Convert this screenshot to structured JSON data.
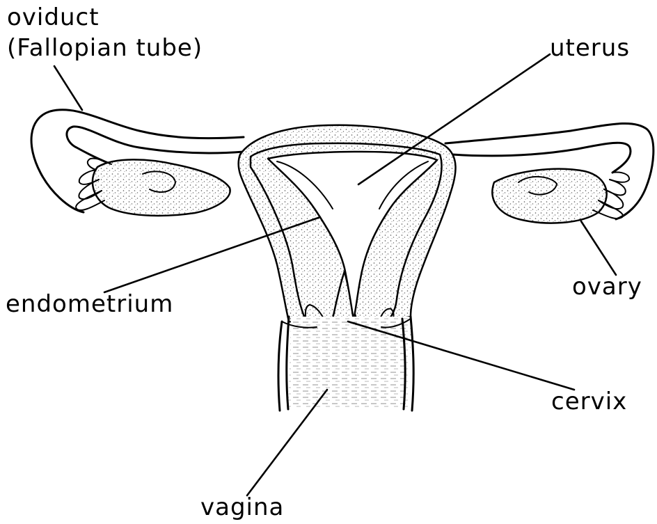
{
  "labels": {
    "oviduct": "oviduct",
    "fallopian_tube": "(Fallopian tube)",
    "uterus": "uterus",
    "endometrium": "endometrium",
    "ovary": "ovary",
    "cervix": "cervix",
    "vagina": "vagina"
  }
}
